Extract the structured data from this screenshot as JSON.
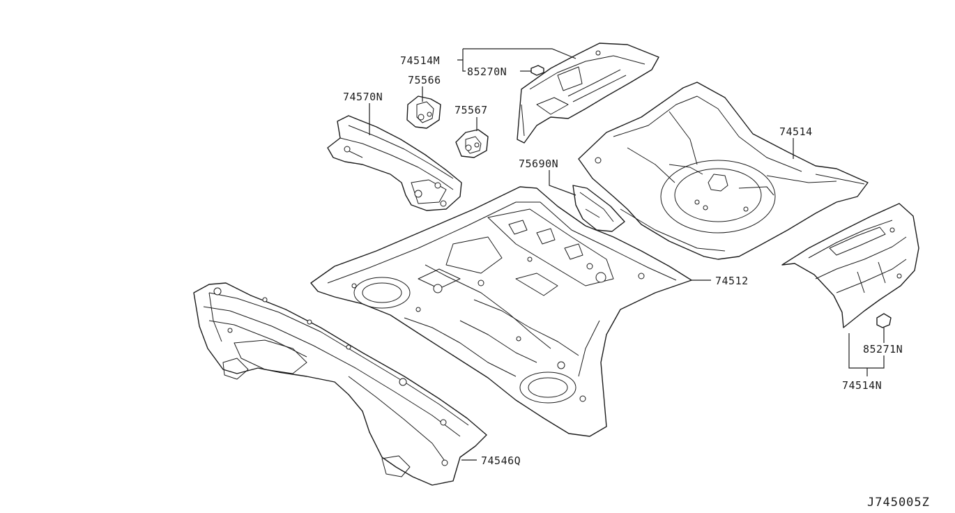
{
  "labels": {
    "p74514M": "74514M",
    "p85270N": "85270N",
    "p75566": "75566",
    "p74570N": "74570N",
    "p75567": "75567",
    "p74514": "74514",
    "p75690N": "75690N",
    "p74512": "74512",
    "p85271N": "85271N",
    "p74514N": "74514N",
    "p74546Q": "74546Q"
  },
  "diagram_code": "J745005Z"
}
